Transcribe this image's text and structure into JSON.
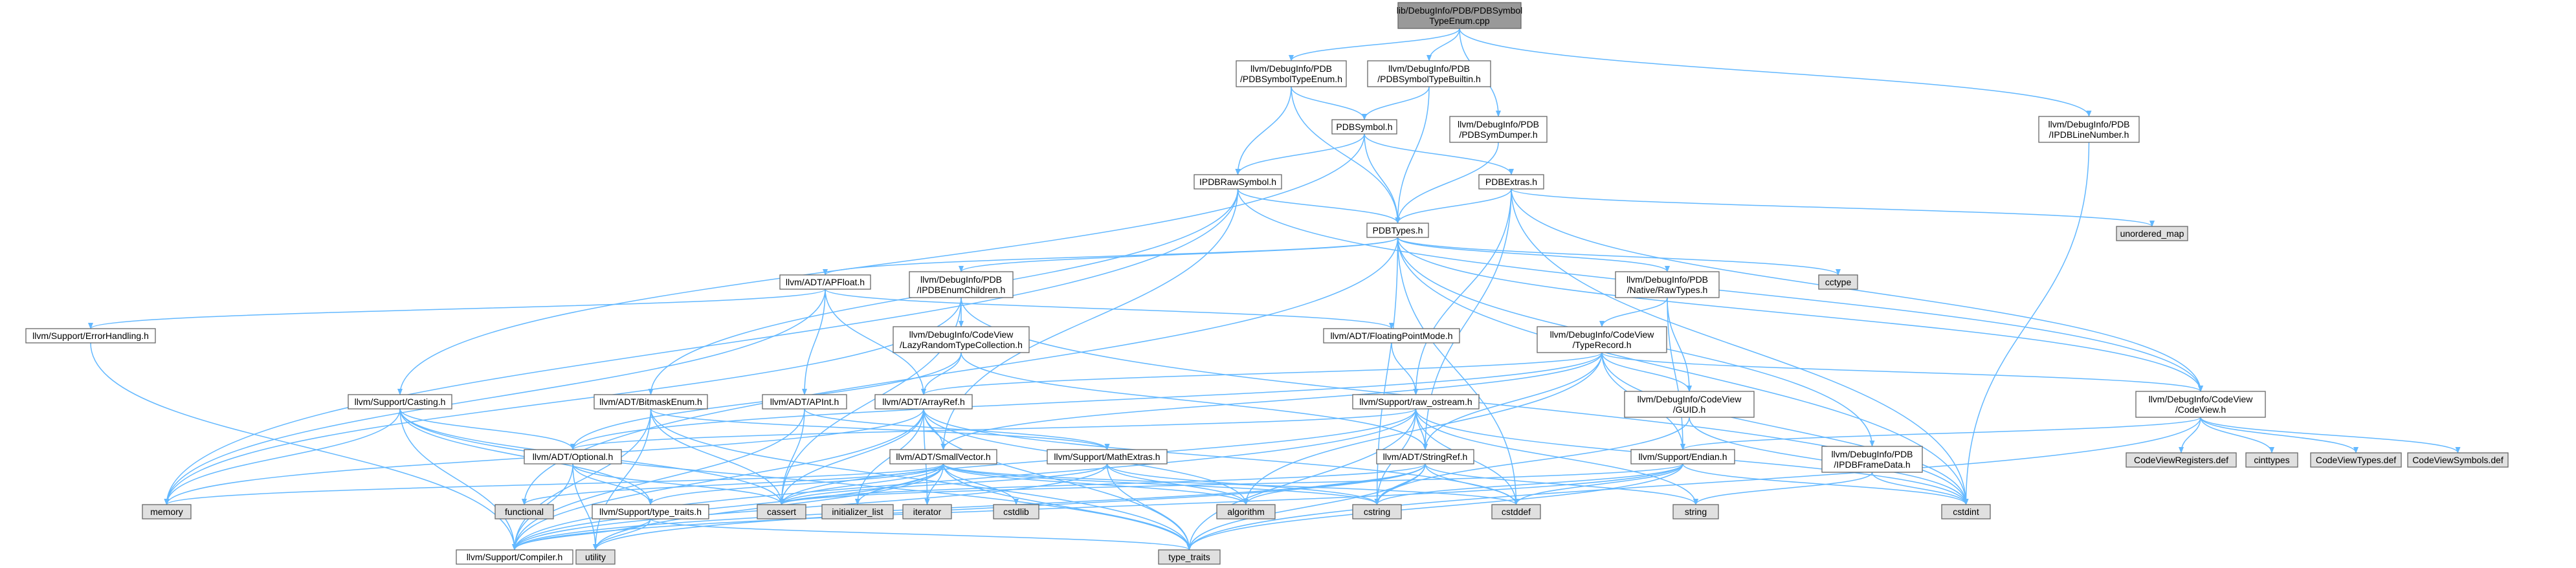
{
  "colors": {
    "root_fill": "#999999",
    "normal_fill": "#ffffff",
    "external_fill": "#e0e0e0",
    "node_border": "#666666",
    "truncated_border": "#ff0000",
    "edge": "#63b8ff",
    "highlight_text": "#ff0000",
    "text": "#000000"
  },
  "nodes": {
    "root": {
      "lines": [
        "lib/DebugInfo/PDB/PDBSymbol",
        "TypeEnum.cpp"
      ],
      "kind": "root"
    },
    "symtypeenum": {
      "lines": [
        "llvm/DebugInfo/PDB",
        "/PDBSymbolTypeEnum.h"
      ],
      "kind": "normal"
    },
    "symtypebuiltin": {
      "lines": [
        "llvm/DebugInfo/PDB",
        "/PDBSymbolTypeBuiltin.h"
      ],
      "kind": "normal"
    },
    "symdumper": {
      "lines": [
        "llvm/DebugInfo/PDB",
        "/PDBSymDumper.h"
      ],
      "kind": "normal"
    },
    "linenumber": {
      "lines": [
        "llvm/DebugInfo/PDB",
        "/IPDBLineNumber.h"
      ],
      "kind": "normal"
    },
    "pdbsymbol": {
      "lines": [
        "PDBSymbol.h"
      ],
      "kind": "normal"
    },
    "pdbextras": {
      "lines": [
        "PDBExtras.h"
      ],
      "kind": "normal"
    },
    "rawsymbol": {
      "lines": [
        "IPDBRawSymbol.h"
      ],
      "kind": "normal"
    },
    "unordered_map": {
      "lines": [
        "unordered_map"
      ],
      "kind": "external"
    },
    "pdbtypes": {
      "lines": [
        "PDBTypes.h"
      ],
      "kind": "normal"
    },
    "apfloat": {
      "lines": [
        "llvm/ADT/APFloat.h"
      ],
      "kind": "normal"
    },
    "enumchildren": {
      "lines": [
        "llvm/DebugInfo/PDB",
        "/IPDBEnumChildren.h"
      ],
      "kind": "normal"
    },
    "rawtypes": {
      "lines": [
        "llvm/DebugInfo/PDB",
        "/Native/RawTypes.h"
      ],
      "kind": "normal"
    },
    "cctype": {
      "lines": [
        "cctype"
      ],
      "kind": "external"
    },
    "errorhandling": {
      "lines": [
        "llvm/Support/ErrorHandling.h"
      ],
      "kind": "normal"
    },
    "lazyrandom": {
      "lines": [
        "llvm/DebugInfo/CodeView",
        "/LazyRandomTypeCollection.h"
      ],
      "kind": "truncated"
    },
    "floatingpoint": {
      "lines": [
        "llvm/ADT/FloatingPointMode.h"
      ],
      "kind": "truncated"
    },
    "typerecord": {
      "lines": [
        "llvm/DebugInfo/CodeView",
        "/TypeRecord.h"
      ],
      "kind": "truncated"
    },
    "casting": {
      "lines": [
        "llvm/Support/Casting.h"
      ],
      "kind": "normal"
    },
    "bitmaskenum": {
      "lines": [
        "llvm/ADT/BitmaskEnum.h"
      ],
      "kind": "normal"
    },
    "apint": {
      "lines": [
        "llvm/ADT/APInt.h"
      ],
      "kind": "truncated"
    },
    "arrayref": {
      "lines": [
        "llvm/ADT/ArrayRef.h"
      ],
      "kind": "truncated"
    },
    "rawostream": {
      "lines": [
        "llvm/Support/raw_ostream.h"
      ],
      "kind": "truncated"
    },
    "guid": {
      "lines": [
        "llvm/DebugInfo/CodeView",
        "/GUID.h"
      ],
      "kind": "normal"
    },
    "codeview": {
      "lines": [
        "llvm/DebugInfo/CodeView",
        "/CodeView.h"
      ],
      "kind": "normal"
    },
    "optional": {
      "lines": [
        "llvm/ADT/Optional.h"
      ],
      "kind": "truncated"
    },
    "mathextras": {
      "lines": [
        "llvm/Support/MathExtras.h"
      ],
      "kind": "truncated"
    },
    "smallvector": {
      "lines": [
        "llvm/ADT/SmallVector.h"
      ],
      "kind": "truncated"
    },
    "stringref": {
      "lines": [
        "llvm/ADT/StringRef.h"
      ],
      "kind": "truncated"
    },
    "endian": {
      "lines": [
        "llvm/Support/Endian.h"
      ],
      "kind": "truncated"
    },
    "framedata": {
      "lines": [
        "llvm/DebugInfo/PDB",
        "/IPDBFrameData.h"
      ],
      "kind": "normal"
    },
    "cvregisters": {
      "lines": [
        "CodeViewRegisters.def"
      ],
      "kind": "external"
    },
    "cinttypes": {
      "lines": [
        "cinttypes"
      ],
      "kind": "external"
    },
    "cvtypes": {
      "lines": [
        "CodeViewTypes.def"
      ],
      "kind": "external"
    },
    "cvsymbols": {
      "lines": [
        "CodeViewSymbols.def"
      ],
      "kind": "external"
    },
    "memory": {
      "lines": [
        "memory"
      ],
      "kind": "external"
    },
    "functional": {
      "lines": [
        "functional"
      ],
      "kind": "external"
    },
    "typetraitsh": {
      "lines": [
        "llvm/Support/type_traits.h"
      ],
      "kind": "normal"
    },
    "cassert": {
      "lines": [
        "cassert"
      ],
      "kind": "external"
    },
    "initlist": {
      "lines": [
        "initializer_list"
      ],
      "kind": "external"
    },
    "iterator": {
      "lines": [
        "iterator"
      ],
      "kind": "external"
    },
    "cstdlib": {
      "lines": [
        "cstdlib"
      ],
      "kind": "external"
    },
    "algorithm": {
      "lines": [
        "algorithm"
      ],
      "kind": "external"
    },
    "cstring": {
      "lines": [
        "cstring"
      ],
      "kind": "external"
    },
    "cstddef": {
      "lines": [
        "cstddef"
      ],
      "kind": "external"
    },
    "string": {
      "lines": [
        "string"
      ],
      "kind": "external"
    },
    "cstdint": {
      "lines": [
        "cstdint"
      ],
      "kind": "external"
    },
    "compiler": {
      "lines": [
        "llvm/Support/Compiler.h"
      ],
      "kind": "truncated"
    },
    "utility": {
      "lines": [
        "utility"
      ],
      "kind": "external"
    },
    "type_traits": {
      "lines": [
        "type_traits"
      ],
      "kind": "external"
    }
  },
  "edges": [
    [
      "root",
      "symtypeenum"
    ],
    [
      "root",
      "symtypebuiltin"
    ],
    [
      "root",
      "symdumper"
    ],
    [
      "root",
      "linenumber"
    ],
    [
      "symtypeenum",
      "pdbsymbol"
    ],
    [
      "symtypeenum",
      "rawsymbol"
    ],
    [
      "symtypeenum",
      "pdbtypes"
    ],
    [
      "symtypebuiltin",
      "pdbsymbol"
    ],
    [
      "symtypebuiltin",
      "pdbtypes"
    ],
    [
      "symdumper",
      "pdbtypes"
    ],
    [
      "linenumber",
      "cstdint"
    ],
    [
      "pdbsymbol",
      "pdbextras"
    ],
    [
      "pdbsymbol",
      "rawsymbol"
    ],
    [
      "pdbsymbol",
      "pdbtypes"
    ],
    [
      "pdbsymbol",
      "casting"
    ],
    [
      "pdbextras",
      "pdbtypes"
    ],
    [
      "pdbextras",
      "codeview"
    ],
    [
      "pdbextras",
      "unordered_map"
    ],
    [
      "pdbextras",
      "rawostream"
    ],
    [
      "pdbextras",
      "stringref"
    ],
    [
      "pdbextras",
      "cstdint"
    ],
    [
      "rawsymbol",
      "pdbtypes"
    ],
    [
      "rawsymbol",
      "bitmaskenum"
    ],
    [
      "rawsymbol",
      "smallvector"
    ],
    [
      "rawsymbol",
      "codeview"
    ],
    [
      "rawsymbol",
      "memory"
    ],
    [
      "pdbtypes",
      "apfloat"
    ],
    [
      "pdbtypes",
      "enumchildren"
    ],
    [
      "pdbtypes",
      "rawtypes"
    ],
    [
      "pdbtypes",
      "codeview"
    ],
    [
      "pdbtypes",
      "framedata"
    ],
    [
      "pdbtypes",
      "cctype"
    ],
    [
      "pdbtypes",
      "cstddef"
    ],
    [
      "pdbtypes",
      "cstdint"
    ],
    [
      "pdbtypes",
      "cstring"
    ],
    [
      "pdbtypes",
      "functional"
    ],
    [
      "apfloat",
      "arrayref"
    ],
    [
      "apfloat",
      "apint"
    ],
    [
      "apfloat",
      "floatingpoint"
    ],
    [
      "apfloat",
      "errorhandling"
    ],
    [
      "apfloat",
      "memory"
    ],
    [
      "enumchildren",
      "cassert"
    ],
    [
      "enumchildren",
      "cstdint"
    ],
    [
      "enumchildren",
      "memory"
    ],
    [
      "enumchildren",
      "lazyrandom"
    ],
    [
      "rawtypes",
      "guid"
    ],
    [
      "rawtypes",
      "typerecord"
    ],
    [
      "rawtypes",
      "endian"
    ],
    [
      "errorhandling",
      "compiler"
    ],
    [
      "lazyrandom",
      "arrayref"
    ],
    [
      "lazyrandom",
      "optional"
    ],
    [
      "lazyrandom",
      "stringref"
    ],
    [
      "floatingpoint",
      "rawostream"
    ],
    [
      "typerecord",
      "apsint"
    ],
    [
      "typerecord",
      "arrayref"
    ],
    [
      "typerecord",
      "optional"
    ],
    [
      "typerecord",
      "stringref"
    ],
    [
      "typerecord",
      "codeview"
    ],
    [
      "typerecord",
      "guid"
    ],
    [
      "typerecord",
      "endian"
    ],
    [
      "typerecord",
      "algorithm"
    ],
    [
      "typerecord",
      "cstdint"
    ],
    [
      "typerecord",
      "smallvector"
    ],
    [
      "casting",
      "compiler"
    ],
    [
      "casting",
      "typetraitsh"
    ],
    [
      "casting",
      "cassert"
    ],
    [
      "casting",
      "memory"
    ],
    [
      "casting",
      "optional"
    ],
    [
      "casting",
      "type_traits"
    ],
    [
      "bitmaskenum",
      "compiler"
    ],
    [
      "bitmaskenum",
      "mathextras"
    ],
    [
      "bitmaskenum",
      "cassert"
    ],
    [
      "bitmaskenum",
      "type_traits"
    ],
    [
      "bitmaskenum",
      "utility"
    ],
    [
      "apint",
      "compiler"
    ],
    [
      "apint",
      "mathextras"
    ],
    [
      "apint",
      "cassert"
    ],
    [
      "arrayref",
      "compiler"
    ],
    [
      "arrayref",
      "smallvector"
    ],
    [
      "arrayref",
      "algorithm"
    ],
    [
      "arrayref",
      "array"
    ],
    [
      "arrayref",
      "cassert"
    ],
    [
      "arrayref",
      "cstddef"
    ],
    [
      "arrayref",
      "initlist"
    ],
    [
      "arrayref",
      "iterator"
    ],
    [
      "arrayref",
      "memory"
    ],
    [
      "arrayref",
      "type_traits"
    ],
    [
      "arrayref",
      "vector"
    ],
    [
      "rawostream",
      "compiler"
    ],
    [
      "rawostream",
      "stringref"
    ],
    [
      "rawostream",
      "cassert"
    ],
    [
      "rawostream",
      "cstddef"
    ],
    [
      "rawostream",
      "cstdint"
    ],
    [
      "rawostream",
      "cstring"
    ],
    [
      "rawostream",
      "string"
    ],
    [
      "rawostream",
      "type_traits"
    ],
    [
      "rawostream",
      "optional"
    ],
    [
      "guid",
      "cstdint"
    ],
    [
      "guid",
      "cstring"
    ],
    [
      "codeview",
      "endian"
    ],
    [
      "codeview",
      "cinttypes"
    ],
    [
      "codeview",
      "type_traits"
    ],
    [
      "codeview",
      "cvregisters"
    ],
    [
      "codeview",
      "cvtypes"
    ],
    [
      "codeview",
      "cvsymbols"
    ],
    [
      "optional",
      "compiler"
    ],
    [
      "optional",
      "typetraitsh"
    ],
    [
      "optional",
      "cassert"
    ],
    [
      "optional",
      "utility"
    ],
    [
      "mathextras",
      "compiler"
    ],
    [
      "mathextras",
      "algorithm"
    ],
    [
      "mathextras",
      "cassert"
    ],
    [
      "mathextras",
      "cstring"
    ],
    [
      "mathextras",
      "type_traits"
    ],
    [
      "smallvector",
      "compiler"
    ],
    [
      "smallvector",
      "typetraitsh"
    ],
    [
      "smallvector",
      "algorithm"
    ],
    [
      "smallvector",
      "cassert"
    ],
    [
      "smallvector",
      "cstddef"
    ],
    [
      "smallvector",
      "cstdlib"
    ],
    [
      "smallvector",
      "cstring"
    ],
    [
      "smallvector",
      "functional"
    ],
    [
      "smallvector",
      "initlist"
    ],
    [
      "smallvector",
      "iterator"
    ],
    [
      "smallvector",
      "memory"
    ],
    [
      "smallvector",
      "type_traits"
    ],
    [
      "smallvector",
      "utility"
    ],
    [
      "stringref",
      "compiler"
    ],
    [
      "stringref",
      "algorithm"
    ],
    [
      "stringref",
      "cassert"
    ],
    [
      "stringref",
      "cstddef"
    ],
    [
      "stringref",
      "cstring"
    ],
    [
      "stringref",
      "string"
    ],
    [
      "stringref",
      "type_traits"
    ],
    [
      "stringref",
      "utility"
    ],
    [
      "endian",
      "compiler"
    ],
    [
      "endian",
      "cassert"
    ],
    [
      "endian",
      "cstddef"
    ],
    [
      "endian",
      "cstdint"
    ],
    [
      "endian",
      "cstring"
    ],
    [
      "endian",
      "type_traits"
    ],
    [
      "framedata",
      "cstdint"
    ],
    [
      "framedata",
      "string"
    ],
    [
      "typetraitsh",
      "compiler"
    ],
    [
      "typetraitsh",
      "type_traits"
    ],
    [
      "typetraitsh",
      "utility"
    ]
  ]
}
